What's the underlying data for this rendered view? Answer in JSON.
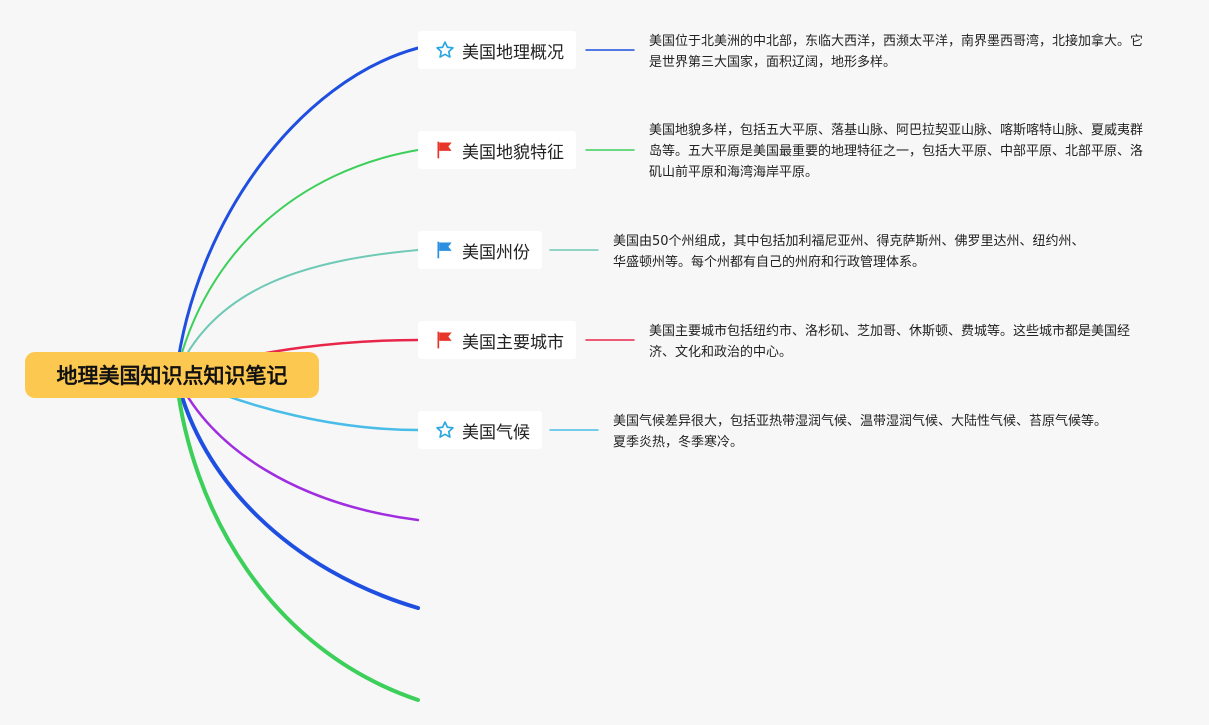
{
  "root": {
    "title": "地理美国知识点知识笔记",
    "color": "#fcc84f"
  },
  "branches": [
    {
      "title": "美国地理概况",
      "icon": "star-icon",
      "color": "#1f4fe0",
      "note": "美国位于北美洲的中北部，东临大西洋，西濒太平洋，南界墨西哥湾，北接加拿大。它是世界第三大国家，面积辽阔，地形多样。"
    },
    {
      "title": "美国地貌特征",
      "icon": "red-flag-icon",
      "color": "#3ccf5a",
      "note": "美国地貌多样，包括五大平原、落基山脉、阿巴拉契亚山脉、喀斯喀特山脉、夏威夷群岛等。五大平原是美国最重要的地理特征之一，包括大平原、中部平原、北部平原、洛矶山前平原和海湾海岸平原。"
    },
    {
      "title": "美国州份",
      "icon": "blue-flag-icon",
      "color": "#6ec9b5",
      "note": "美国由50个州组成，其中包括加利福尼亚州、得克萨斯州、佛罗里达州、纽约州、华盛顿州等。每个州都有自己的州府和行政管理体系。"
    },
    {
      "title": "美国主要城市",
      "icon": "red-flag-icon",
      "color": "#e8264a",
      "note": "美国主要城市包括纽约市、洛杉矶、芝加哥、休斯顿、费城等。这些城市都是美国经济、文化和政治的中心。"
    },
    {
      "title": "美国气候",
      "icon": "star-icon",
      "color": "#49bde8",
      "note": "美国气候差异很大，包括亚热带湿润气候、温带湿润气候、大陆性气候、苔原气候等。夏季炎热，冬季寒冷。"
    }
  ],
  "empty_branches": [
    {
      "color": "#a02ee0"
    },
    {
      "color": "#1f4fe0"
    },
    {
      "color": "#3ccf5a"
    }
  ],
  "icon_colors": {
    "star": "#2aa7e0",
    "red_flag": "#e8352a",
    "blue_flag": "#2a8fe0"
  }
}
